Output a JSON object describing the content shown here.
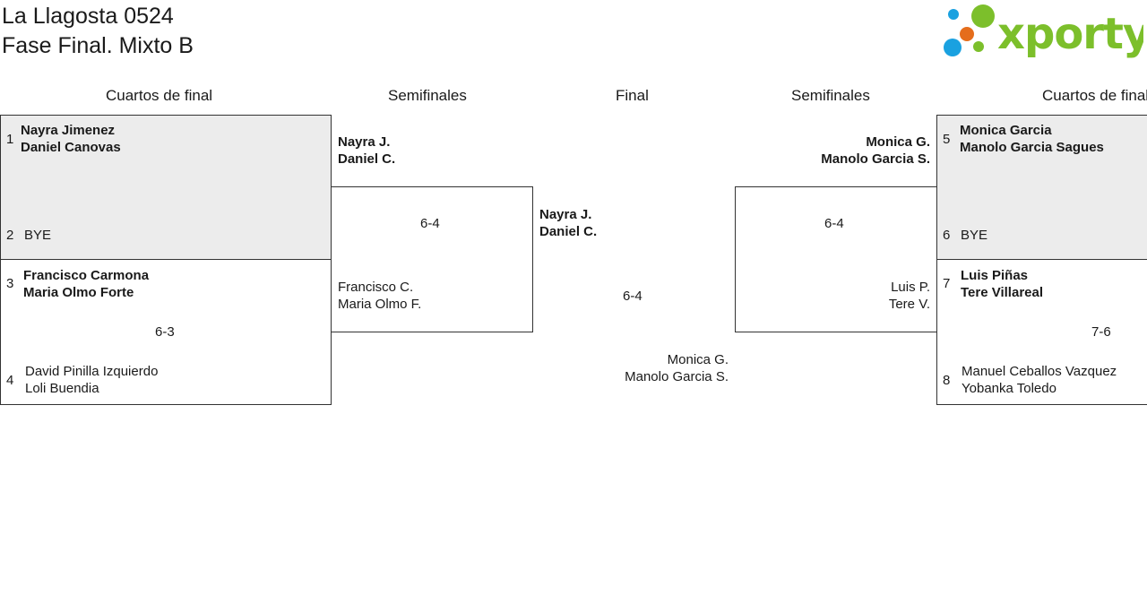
{
  "header": {
    "title": "La Llagosta 0524",
    "subtitle": "Fase Final. Mixto B",
    "logo_text": "xporty",
    "logo_colors": [
      "#1aa1e0",
      "#7cbf2b",
      "#e56d1c"
    ]
  },
  "rounds": {
    "left_quarters": "Cuartos de final",
    "left_semis": "Semifinales",
    "final": "Final",
    "right_semis": "Semifinales",
    "right_quarters": "Cuartos de final"
  },
  "quarterfinals": [
    {
      "seed_a": "1",
      "team_a": [
        "Nayra Jimenez",
        "Daniel Canovas"
      ],
      "seed_b": "2",
      "team_b": [
        "BYE"
      ],
      "score": ""
    },
    {
      "seed_a": "3",
      "team_a": [
        "Francisco Carmona",
        "Maria Olmo Forte"
      ],
      "seed_b": "4",
      "team_b": [
        "David Pinilla Izquierdo",
        "Loli Buendia"
      ],
      "score": "6-3"
    },
    {
      "seed_a": "5",
      "team_a": [
        "Monica Garcia",
        "Manolo Garcia Sagues"
      ],
      "seed_b": "6",
      "team_b": [
        "BYE"
      ],
      "score": ""
    },
    {
      "seed_a": "7",
      "team_a": [
        "Luis Piñas",
        "Tere Villareal"
      ],
      "seed_b": "8",
      "team_b": [
        "Manuel Ceballos Vazquez",
        "Yobanka Toledo"
      ],
      "score": "7-6"
    }
  ],
  "semifinals": [
    {
      "team_a": [
        "Nayra J.",
        "Daniel C."
      ],
      "team_b": [
        "Francisco C.",
        "Maria Olmo F."
      ],
      "score": "6-4"
    },
    {
      "team_a": [
        "Monica G.",
        "Manolo Garcia S."
      ],
      "team_b": [
        "Luis P.",
        "Tere V."
      ],
      "score": "6-4"
    }
  ],
  "final": {
    "team_a": [
      "Nayra J.",
      "Daniel C."
    ],
    "team_b": [
      "Monica G.",
      "Manolo Garcia S."
    ],
    "score": "6-4"
  }
}
